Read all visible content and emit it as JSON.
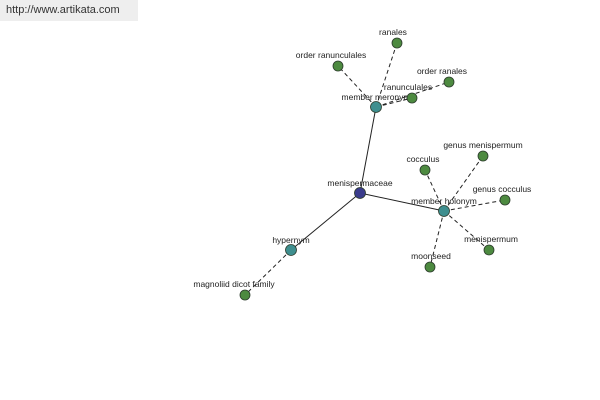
{
  "watermark": "http://www.artikata.com",
  "colors": {
    "leaf": "#4d8a40",
    "relation": "#3f8f8f",
    "root": "#3b3c8c"
  },
  "nodes": [
    {
      "id": "root",
      "label": "menispermaceae",
      "kind": "root"
    },
    {
      "id": "member_meronym",
      "label": "member meronym",
      "kind": "relation"
    },
    {
      "id": "member_holonym",
      "label": "member holonym",
      "kind": "relation"
    },
    {
      "id": "hypernym",
      "label": "hypernym",
      "kind": "relation"
    },
    {
      "id": "ranales",
      "label": "ranales",
      "kind": "leaf"
    },
    {
      "id": "order_ranunculales",
      "label": "order ranunculales",
      "kind": "leaf"
    },
    {
      "id": "ranunculales",
      "label": "ranunculales",
      "kind": "leaf"
    },
    {
      "id": "order_ranales",
      "label": "order ranales",
      "kind": "leaf"
    },
    {
      "id": "genus_menispermum",
      "label": "genus menispermum",
      "kind": "leaf"
    },
    {
      "id": "cocculus",
      "label": "cocculus",
      "kind": "leaf"
    },
    {
      "id": "genus_cocculus",
      "label": "genus cocculus",
      "kind": "leaf"
    },
    {
      "id": "menispermum",
      "label": "menispermum",
      "kind": "leaf"
    },
    {
      "id": "moonseed",
      "label": "moonseed",
      "kind": "leaf"
    },
    {
      "id": "magnoliid_dicot_family",
      "label": "magnoliid dicot family",
      "kind": "leaf"
    }
  ],
  "edges": [
    {
      "from": "root",
      "to": "member_meronym",
      "style": "solid"
    },
    {
      "from": "root",
      "to": "member_holonym",
      "style": "solid"
    },
    {
      "from": "root",
      "to": "hypernym",
      "style": "solid"
    },
    {
      "from": "member_meronym",
      "to": "ranales",
      "style": "dashed"
    },
    {
      "from": "member_meronym",
      "to": "order_ranunculales",
      "style": "dashed"
    },
    {
      "from": "member_meronym",
      "to": "ranunculales",
      "style": "dashed"
    },
    {
      "from": "member_meronym",
      "to": "order_ranales",
      "style": "dashed"
    },
    {
      "from": "member_holonym",
      "to": "genus_menispermum",
      "style": "dashed"
    },
    {
      "from": "member_holonym",
      "to": "cocculus",
      "style": "dashed"
    },
    {
      "from": "member_holonym",
      "to": "genus_cocculus",
      "style": "dashed"
    },
    {
      "from": "member_holonym",
      "to": "menispermum",
      "style": "dashed"
    },
    {
      "from": "member_holonym",
      "to": "moonseed",
      "style": "dashed"
    },
    {
      "from": "hypernym",
      "to": "magnoliid_dicot_family",
      "style": "dashed"
    }
  ]
}
